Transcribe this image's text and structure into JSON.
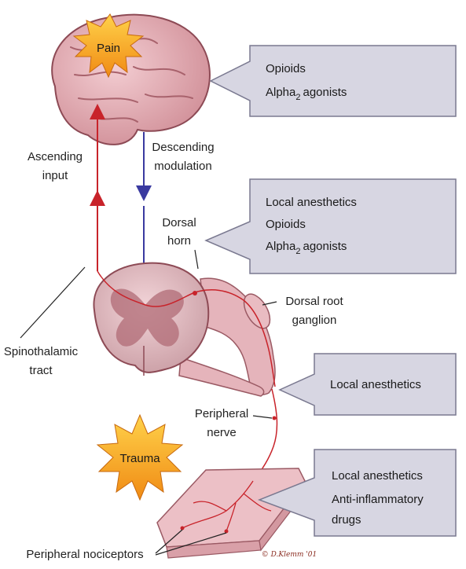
{
  "brain_burst": "Pain",
  "trauma_burst": "Trauma",
  "labels": {
    "ascending_1": "Ascending",
    "ascending_2": "input",
    "descending_1": "Descending",
    "descending_2": "modulation",
    "dorsal_horn_1": "Dorsal",
    "dorsal_horn_2": "horn",
    "drg_1": "Dorsal root",
    "drg_2": "ganglion",
    "spinothalamic_1": "Spinothalamic",
    "spinothalamic_2": "tract",
    "peripheral_nerve_1": "Peripheral",
    "peripheral_nerve_2": "nerve",
    "nociceptors": "Peripheral nociceptors"
  },
  "boxes": {
    "brain": {
      "line1": "Opioids",
      "line2_main": "Alpha",
      "line2_sub": "2",
      "line2_end": "agonists"
    },
    "spinal": {
      "line1": "Local anesthetics",
      "line2": "Opioids",
      "line3_main": "Alpha",
      "line3_sub": "2",
      "line3_end": "agonists"
    },
    "nerve": {
      "line1": "Local anesthetics"
    },
    "periphery": {
      "line1": "Local anesthetics",
      "line2": "Anti-inflammatory",
      "line3": "drugs"
    }
  },
  "credit": "© D.Klemm '01",
  "colors": {
    "box_fill": "#d7d6e2",
    "box_stroke": "#7a7990",
    "ascending_arrow": "#c8232a",
    "descending_arrow": "#3a3aa0",
    "burst_fill": "#f6a21c",
    "tissue": "#eab8bf"
  }
}
